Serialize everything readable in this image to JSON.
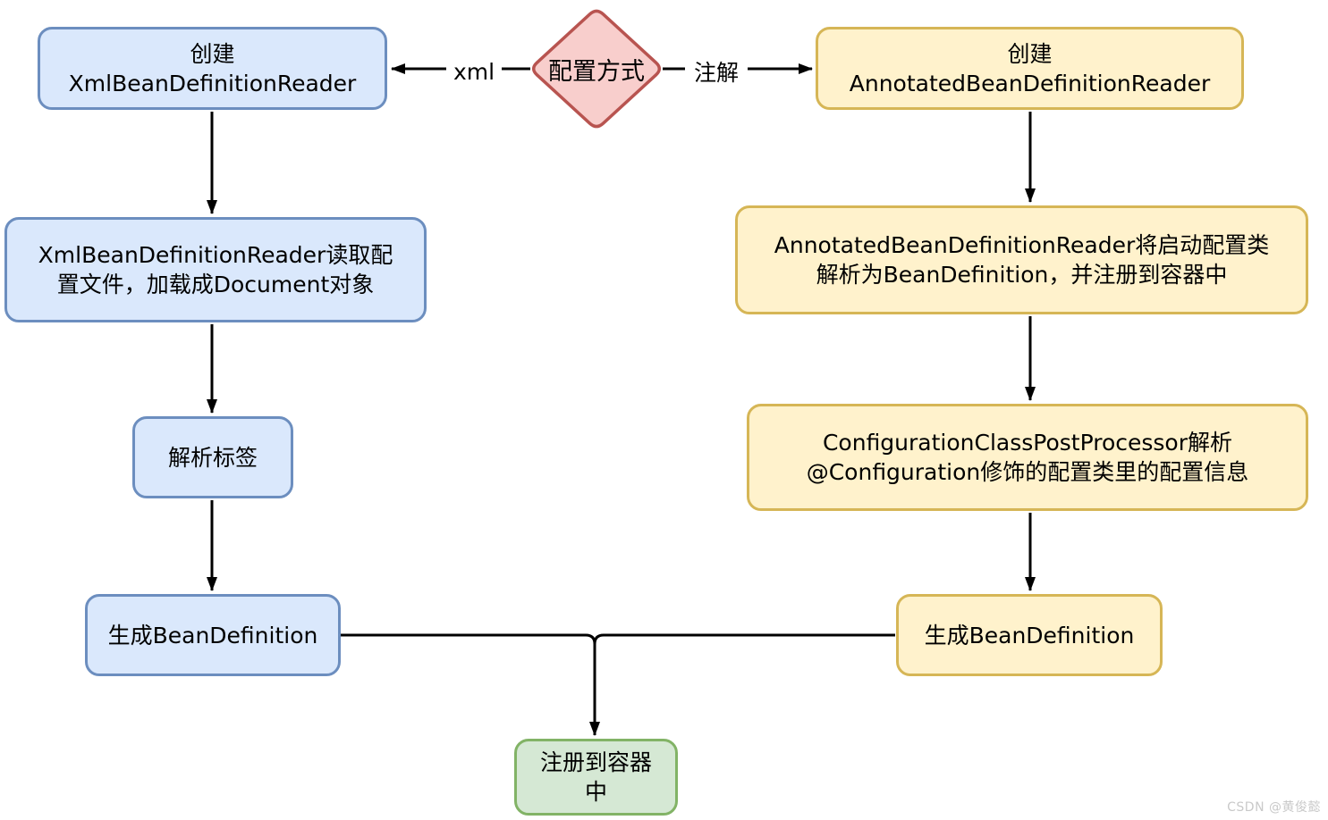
{
  "diagram": {
    "decision": {
      "label": "配置方式"
    },
    "edges": {
      "xml_label": "xml",
      "annotation_label": "注解"
    },
    "xml_branch": {
      "create": "创建\nXmlBeanDefinitionReader",
      "read_config": "XmlBeanDefinitionReader读取配\n置文件，加载成Document对象",
      "parse_tags": "解析标签",
      "generate": "生成BeanDefinition"
    },
    "annotation_branch": {
      "create": "创建\nAnnotatedBeanDefinitionReader",
      "register_config_class": "AnnotatedBeanDefinitionReader将启动配置类\n解析为BeanDefinition，并注册到容器中",
      "process_configuration": "ConfigurationClassPostProcessor解析\n@Configuration修饰的配置类里的配置信息",
      "generate": "生成BeanDefinition"
    },
    "merge": {
      "register_to_container": "注册到容器\n中"
    },
    "colors": {
      "xml_node_fill": "#dae8fc",
      "xml_node_border": "#6c8ebf",
      "annotation_node_fill": "#fff2cc",
      "annotation_node_border": "#d6b656",
      "decision_fill": "#f8cecc",
      "decision_border": "#b85450",
      "merge_fill": "#d5e8d4",
      "merge_border": "#82b366",
      "connector": "#000000"
    }
  },
  "watermark": "CSDN @黄俊懿"
}
